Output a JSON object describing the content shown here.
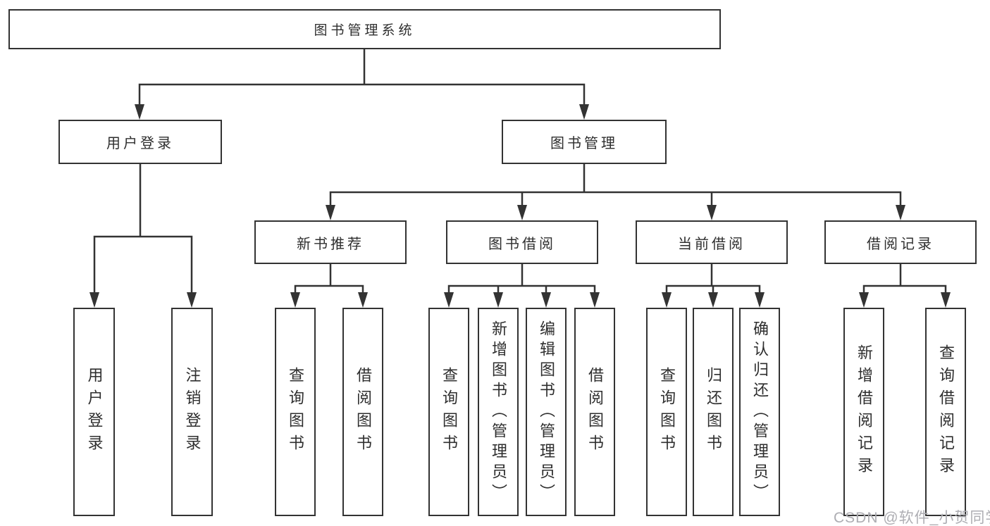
{
  "diagram": {
    "root": {
      "label": "图书管理系统"
    },
    "branches": [
      {
        "label": "用户登录",
        "children": [
          {
            "label": "用户登录"
          },
          {
            "label": "注销登录"
          }
        ]
      },
      {
        "label": "图书管理",
        "groups": [
          {
            "label": "新书推荐",
            "children": [
              {
                "label": "查询图书"
              },
              {
                "label": "借阅图书"
              }
            ]
          },
          {
            "label": "图书借阅",
            "children": [
              {
                "label": "查询图书"
              },
              {
                "label": "新增图书（管理员）"
              },
              {
                "label": "编辑图书（管理员）"
              },
              {
                "label": "借阅图书"
              }
            ]
          },
          {
            "label": "当前借阅",
            "children": [
              {
                "label": "查询图书"
              },
              {
                "label": "归还图书"
              },
              {
                "label": "确认归还（管理员）"
              }
            ]
          },
          {
            "label": "借阅记录",
            "children": [
              {
                "label": "新增借阅记录"
              },
              {
                "label": "查询借阅记录"
              }
            ]
          }
        ]
      }
    ],
    "watermark": "CSDN @软件_小贺同学",
    "colors": {
      "line": "#333333",
      "text": "#2e2e2e",
      "background": "#ffffff",
      "watermark": "#aeaeb3"
    }
  }
}
